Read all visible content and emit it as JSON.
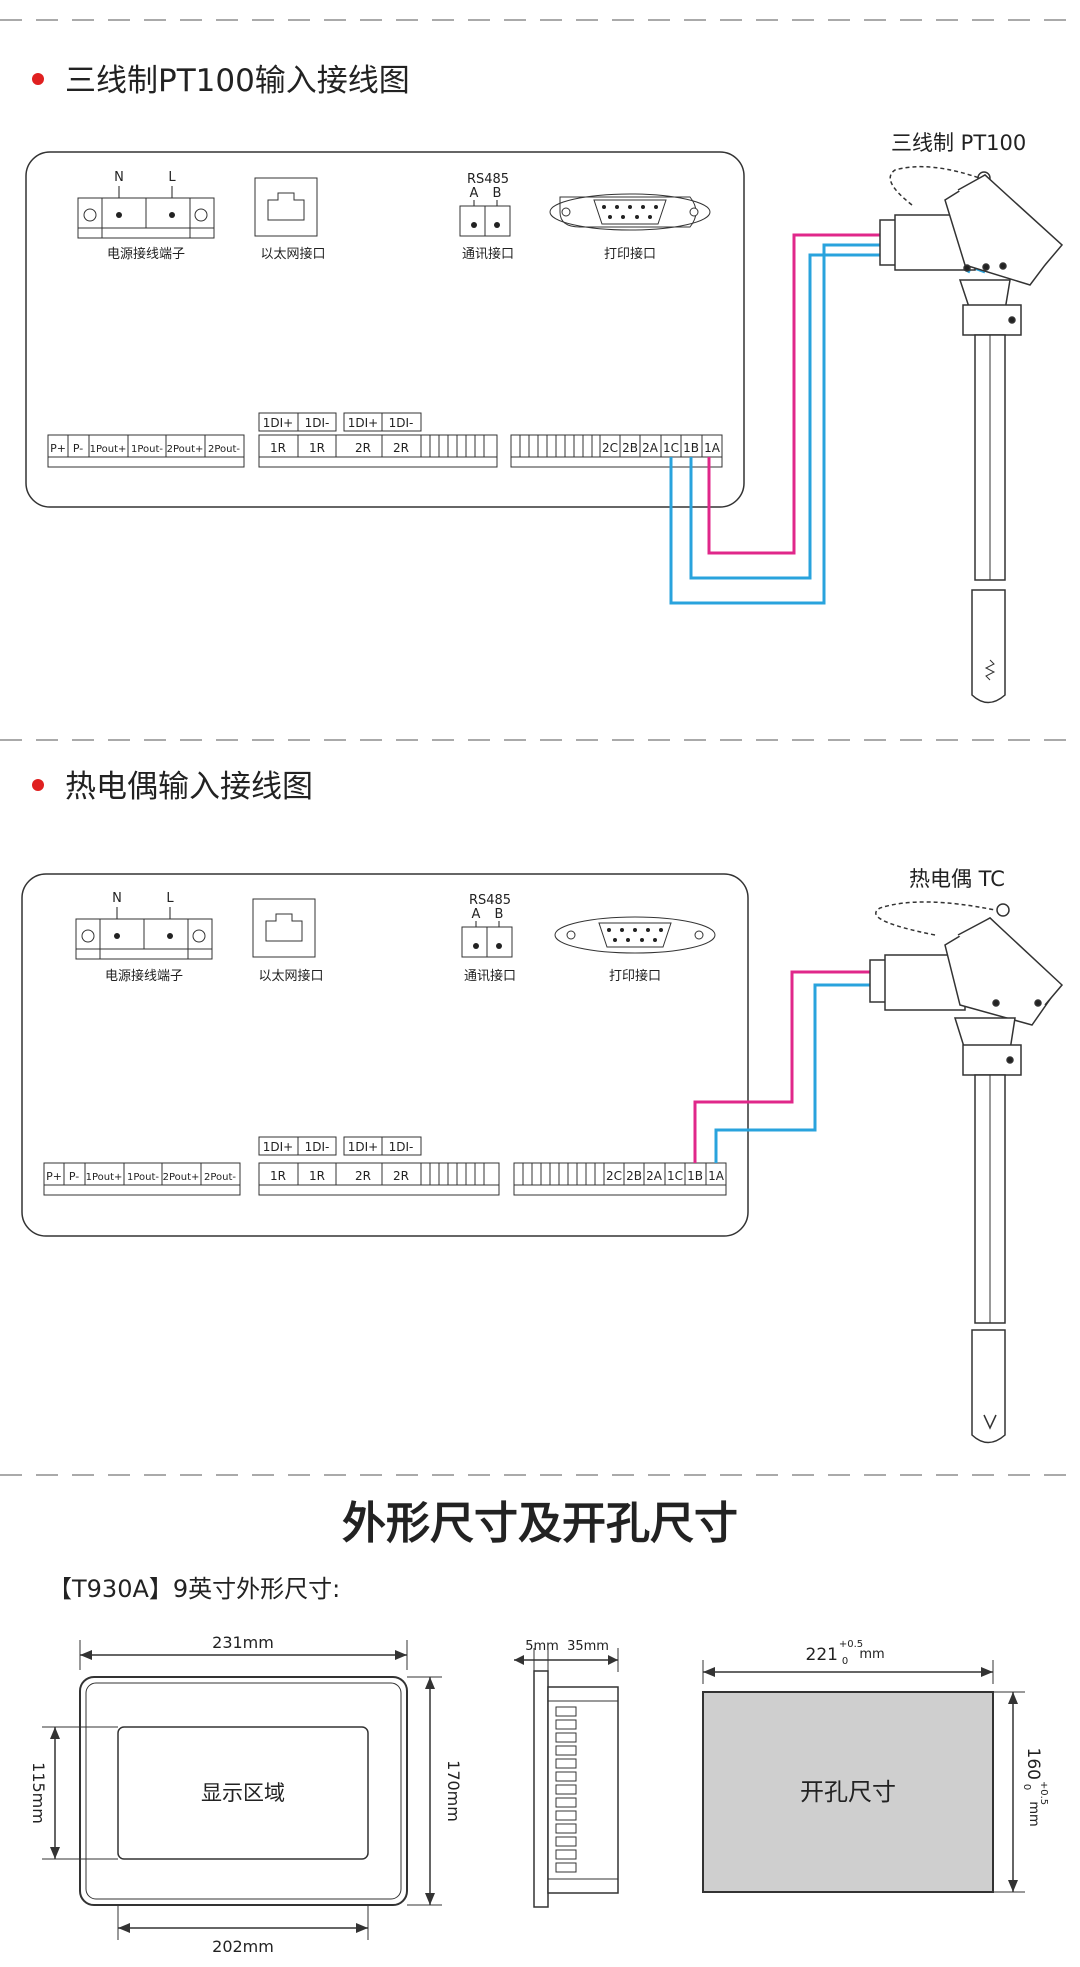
{
  "colors": {
    "magenta": "#e0278a",
    "cyan": "#29a3dd",
    "red_bullet": "#e02020",
    "dashed": "#aaaaaa",
    "panel_fill": "#cfcfcf"
  },
  "section1": {
    "title": "三线制PT100输入接线图",
    "sensor_label": "三线制 PT100",
    "power_N": "N",
    "power_L": "L",
    "power_label": "电源接线端子",
    "ethernet_label": "以太网接口",
    "rs485": "RS485",
    "rs485_A": "A",
    "rs485_B": "B",
    "comm_label": "通讯接口",
    "print_label": "打印接口",
    "out_terms": [
      "P+",
      "P-",
      "1Pout+",
      "1Pout-",
      "2Pout+",
      "2Pout-"
    ],
    "di_top": [
      "1DI+",
      "1DI-",
      "1DI+",
      "1DI-"
    ],
    "di_terms": [
      "1R",
      "1R",
      "2R",
      "2R"
    ],
    "in_terms": [
      "2C",
      "2B",
      "2A",
      "1C",
      "1B",
      "1A"
    ]
  },
  "section2": {
    "title": "热电偶输入接线图",
    "sensor_label": "热电偶 TC",
    "power_N": "N",
    "power_L": "L",
    "power_label": "电源接线端子",
    "ethernet_label": "以太网接口",
    "rs485": "RS485",
    "rs485_A": "A",
    "rs485_B": "B",
    "comm_label": "通讯接口",
    "print_label": "打印接口",
    "out_terms": [
      "P+",
      "P-",
      "1Pout+",
      "1Pout-",
      "2Pout+",
      "2Pout-"
    ],
    "di_top": [
      "1DI+",
      "1DI-",
      "1DI+",
      "1DI-"
    ],
    "di_terms": [
      "1R",
      "1R",
      "2R",
      "2R"
    ],
    "in_terms": [
      "2C",
      "2B",
      "2A",
      "1C",
      "1B",
      "1A"
    ]
  },
  "section3": {
    "heading": "外形尺寸及开孔尺寸",
    "model_line": "【T930A】9英寸外形尺寸:",
    "dim_231": "231mm",
    "dim_115": "115mm",
    "dim_170": "170mm",
    "dim_202": "202mm",
    "display_label": "显示区域",
    "dim_5": "5mm",
    "dim_35": "35mm",
    "cut_w": "221",
    "cut_h": "160",
    "tol_plus": "+0.5",
    "tol_zero": "0",
    "unit": "mm",
    "cutout_label": "开孔尺寸"
  }
}
